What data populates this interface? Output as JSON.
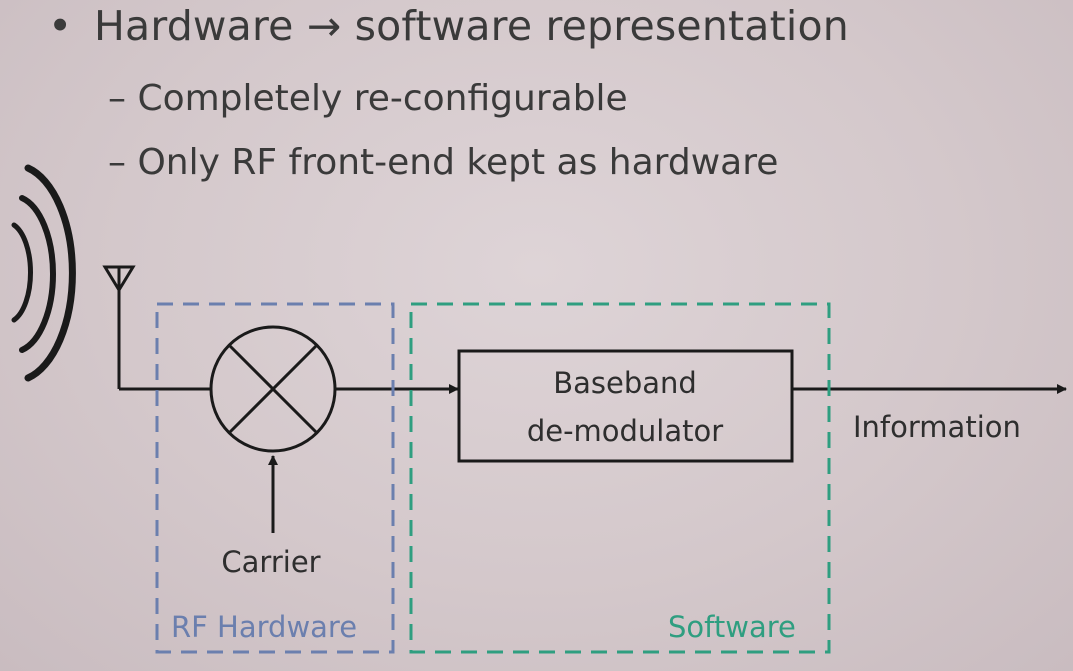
{
  "slide": {
    "bullet": {
      "marker": "•",
      "text": "Hardware → software representation"
    },
    "sub_bullets": [
      {
        "marker": "–",
        "text": "Completely re-configurable"
      },
      {
        "marker": "–",
        "text": "Only RF front-end kept as hardware"
      }
    ]
  },
  "diagram": {
    "baseband_line1": "Baseband",
    "baseband_line2": "de-modulator",
    "carrier_label": "Carrier",
    "information_label": "Information",
    "rf_hardware_label": "RF Hardware",
    "software_label": "Software",
    "colors": {
      "rf_hardware": "#6b7fae",
      "software": "#2f9e80",
      "ink": "#1a1a1a",
      "text": "#3a3a3a"
    }
  }
}
